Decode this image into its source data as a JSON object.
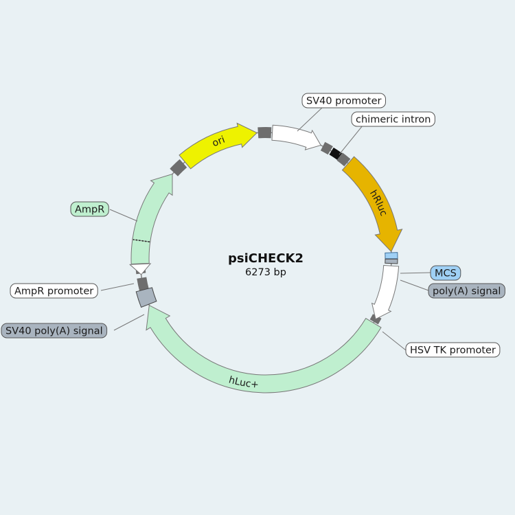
{
  "plasmid": {
    "name": "psiCHECK2",
    "size": "6273 bp"
  },
  "colors": {
    "background": "#e9f1f4",
    "backbone": "#8a8a8a",
    "ori": "#eef200",
    "hRluc": "#e6b400",
    "resistance": "#bfefcf",
    "promoter": "#ffffff",
    "polyA": "#a9b4bf",
    "MCS": "#9fd0f5",
    "intron": "#111111",
    "label_stroke": "#555555"
  },
  "features": {
    "ori": "ori",
    "hRluc": "hRluc",
    "hLuc": "hLuc+"
  },
  "labels": {
    "sv40_promoter": "SV40 promoter",
    "chimeric_intron": "chimeric intron",
    "mcs": "MCS",
    "polya_signal": "poly(A) signal",
    "hsv_tk_promoter": "HSV TK promoter",
    "ampr": "AmpR",
    "ampr_promoter": "AmpR promoter",
    "sv40_polya_signal": "SV40 poly(A) signal"
  }
}
